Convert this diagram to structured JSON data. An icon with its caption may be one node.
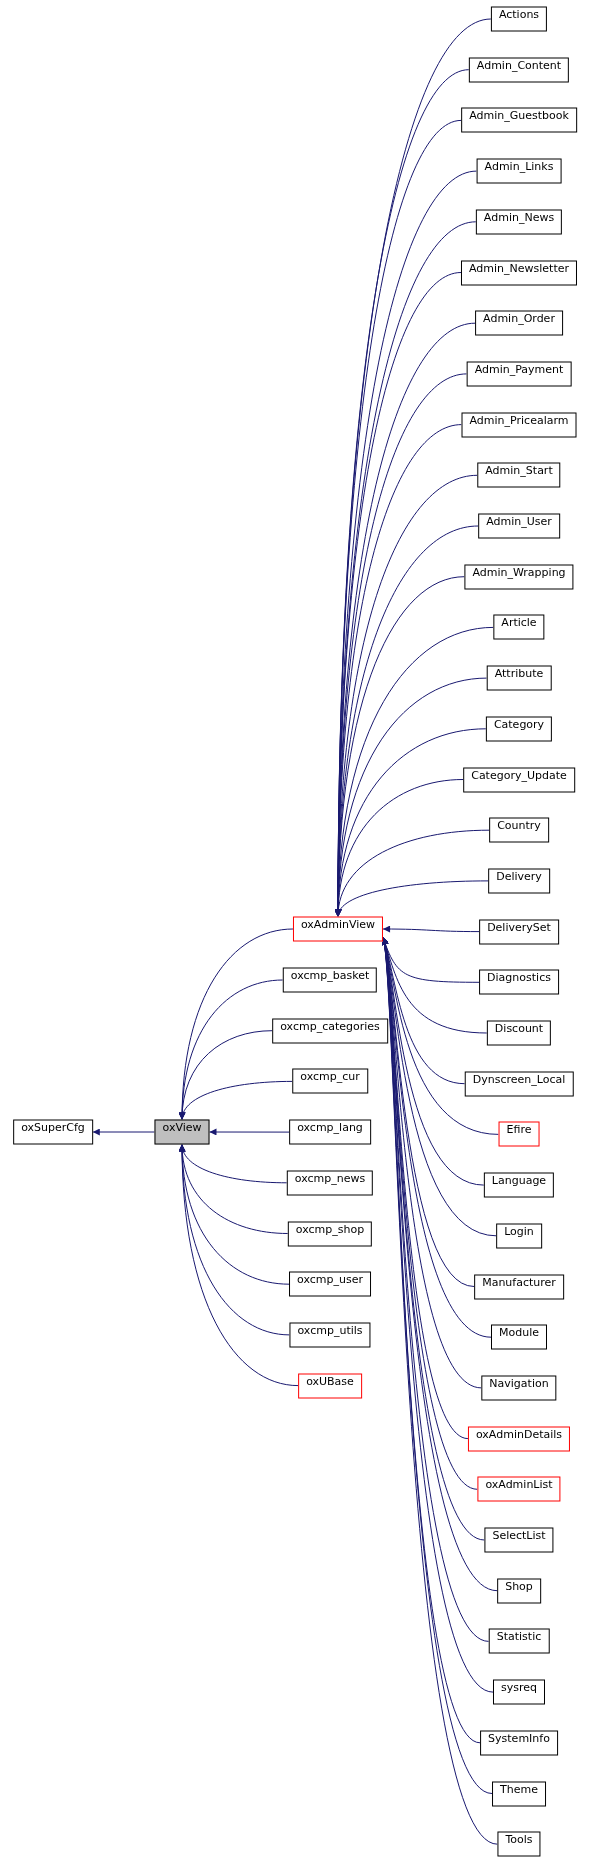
{
  "diagram": {
    "nodes": [
      {
        "text": [
          "oxSuperCfg"
        ]
      },
      {
        "text": [
          "oxView"
        ]
      },
      {
        "text": [
          "oxAdminView"
        ]
      },
      {
        "text": [
          "oxcmp_basket"
        ]
      },
      {
        "text": [
          "oxcmp_categories"
        ]
      },
      {
        "text": [
          "oxcmp_cur"
        ]
      },
      {
        "text": [
          "oxcmp_lang"
        ]
      },
      {
        "text": [
          "oxcmp_news"
        ]
      },
      {
        "text": [
          "oxcmp_shop"
        ]
      },
      {
        "text": [
          "oxcmp_user"
        ]
      },
      {
        "text": [
          "oxcmp_utils"
        ]
      },
      {
        "text": [
          "oxUBase"
        ]
      },
      {
        "text": [
          "Actions"
        ]
      },
      {
        "text": [
          "Admin_Content"
        ]
      },
      {
        "text": [
          "Admin_Guestbook"
        ]
      },
      {
        "text": [
          "Admin_Links"
        ]
      },
      {
        "text": [
          "Admin_News"
        ]
      },
      {
        "text": [
          "Admin_Newsletter"
        ]
      },
      {
        "text": [
          "Admin_Order"
        ]
      },
      {
        "text": [
          "Admin_Payment"
        ]
      },
      {
        "text": [
          "Admin_Pricealarm"
        ]
      },
      {
        "text": [
          "Admin_Start"
        ]
      },
      {
        "text": [
          "Admin_User"
        ]
      },
      {
        "text": [
          "Admin_Wrapping"
        ]
      },
      {
        "text": [
          "Article"
        ]
      },
      {
        "text": [
          "Attribute"
        ]
      },
      {
        "text": [
          "Category"
        ]
      },
      {
        "text": [
          "Category_Update"
        ]
      },
      {
        "text": [
          "Country"
        ]
      },
      {
        "text": [
          "Delivery"
        ]
      },
      {
        "text": [
          "DeliverySet"
        ]
      },
      {
        "text": [
          "Diagnostics"
        ]
      },
      {
        "text": [
          "Discount"
        ]
      },
      {
        "text": [
          "Dynscreen_Local"
        ]
      },
      {
        "text": [
          "Efire"
        ]
      },
      {
        "text": [
          "Language"
        ]
      },
      {
        "text": [
          "Login"
        ]
      },
      {
        "text": [
          "Manufacturer"
        ]
      },
      {
        "text": [
          "Module"
        ]
      },
      {
        "text": [
          "Navigation"
        ]
      },
      {
        "text": [
          "oxAdminDetails"
        ]
      },
      {
        "text": [
          "oxAdminList"
        ]
      },
      {
        "text": [
          "SelectList"
        ]
      },
      {
        "text": [
          "Shop"
        ]
      },
      {
        "text": [
          "Statistic"
        ]
      },
      {
        "text": [
          "sysreq"
        ]
      },
      {
        "text": [
          "SystemInfo"
        ]
      },
      {
        "text": [
          "Theme"
        ]
      },
      {
        "text": [
          "Tools"
        ]
      }
    ],
    "edges": [
      {
        "from": 1,
        "to": 0,
        "arrow": "to"
      },
      {
        "from": 2,
        "to": 1,
        "arrow": "to"
      },
      {
        "from": 3,
        "to": 1,
        "arrow": "to"
      },
      {
        "from": 4,
        "to": 1,
        "arrow": "to"
      },
      {
        "from": 5,
        "to": 1,
        "arrow": "to"
      },
      {
        "from": 6,
        "to": 1,
        "arrow": "to"
      },
      {
        "from": 7,
        "to": 1,
        "arrow": "to"
      },
      {
        "from": 8,
        "to": 1,
        "arrow": "to"
      },
      {
        "from": 9,
        "to": 1,
        "arrow": "to"
      },
      {
        "from": 10,
        "to": 1,
        "arrow": "to"
      },
      {
        "from": 11,
        "to": 1,
        "arrow": "to"
      },
      {
        "from": 12,
        "to": 2,
        "arrow": "to"
      },
      {
        "from": 13,
        "to": 2,
        "arrow": "to"
      },
      {
        "from": 14,
        "to": 2,
        "arrow": "to"
      },
      {
        "from": 15,
        "to": 2,
        "arrow": "to"
      },
      {
        "from": 16,
        "to": 2,
        "arrow": "to"
      },
      {
        "from": 17,
        "to": 2,
        "arrow": "to"
      },
      {
        "from": 18,
        "to": 2,
        "arrow": "to"
      },
      {
        "from": 19,
        "to": 2,
        "arrow": "to"
      },
      {
        "from": 20,
        "to": 2,
        "arrow": "to"
      },
      {
        "from": 21,
        "to": 2,
        "arrow": "to"
      },
      {
        "from": 22,
        "to": 2,
        "arrow": "to"
      },
      {
        "from": 23,
        "to": 2,
        "arrow": "to"
      },
      {
        "from": 24,
        "to": 2,
        "arrow": "to"
      },
      {
        "from": 25,
        "to": 2,
        "arrow": "to"
      },
      {
        "from": 26,
        "to": 2,
        "arrow": "to"
      },
      {
        "from": 27,
        "to": 2,
        "arrow": "to"
      },
      {
        "from": 28,
        "to": 2,
        "arrow": "to"
      },
      {
        "from": 29,
        "to": 2,
        "arrow": "to"
      },
      {
        "from": 30,
        "to": 2,
        "arrow": "to"
      },
      {
        "from": 31,
        "to": 2,
        "arrow": "to"
      },
      {
        "from": 32,
        "to": 2,
        "arrow": "to"
      },
      {
        "from": 33,
        "to": 2,
        "arrow": "to"
      },
      {
        "from": 34,
        "to": 2,
        "arrow": "to"
      },
      {
        "from": 35,
        "to": 2,
        "arrow": "to"
      },
      {
        "from": 36,
        "to": 2,
        "arrow": "to"
      },
      {
        "from": 37,
        "to": 2,
        "arrow": "to"
      },
      {
        "from": 38,
        "to": 2,
        "arrow": "to"
      },
      {
        "from": 39,
        "to": 2,
        "arrow": "to"
      },
      {
        "from": 40,
        "to": 2,
        "arrow": "to"
      },
      {
        "from": 41,
        "to": 2,
        "arrow": "to"
      },
      {
        "from": 42,
        "to": 2,
        "arrow": "to"
      },
      {
        "from": 43,
        "to": 2,
        "arrow": "to"
      },
      {
        "from": 44,
        "to": 2,
        "arrow": "to"
      },
      {
        "from": 45,
        "to": 2,
        "arrow": "to"
      },
      {
        "from": 46,
        "to": 2,
        "arrow": "to"
      },
      {
        "from": 47,
        "to": 2,
        "arrow": "to"
      },
      {
        "from": 48,
        "to": 2,
        "arrow": "to"
      }
    ]
  }
}
